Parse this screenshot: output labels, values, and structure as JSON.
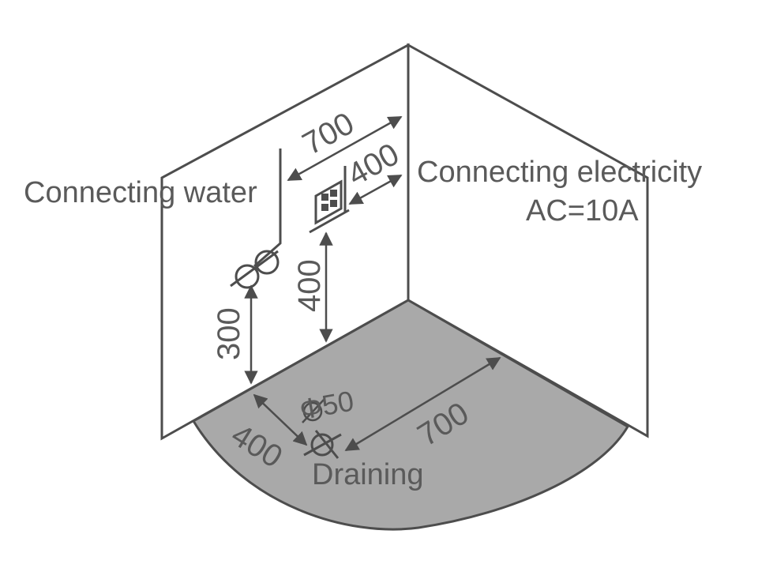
{
  "labels": {
    "water": "Connecting water",
    "electricity_line1": "Connecting electricity",
    "electricity_line2": "AC=10A",
    "draining": "Draining"
  },
  "dimensions": {
    "top_width": "700",
    "socket_offset": "400",
    "socket_height": "400",
    "water_height": "300",
    "drain_diameter": "Φ50",
    "drain_offset": "400",
    "drain_width": "700"
  },
  "colors": {
    "stroke": "#4d4d4d",
    "floor": "#a9a9a9",
    "text": "#5a5a5a"
  }
}
